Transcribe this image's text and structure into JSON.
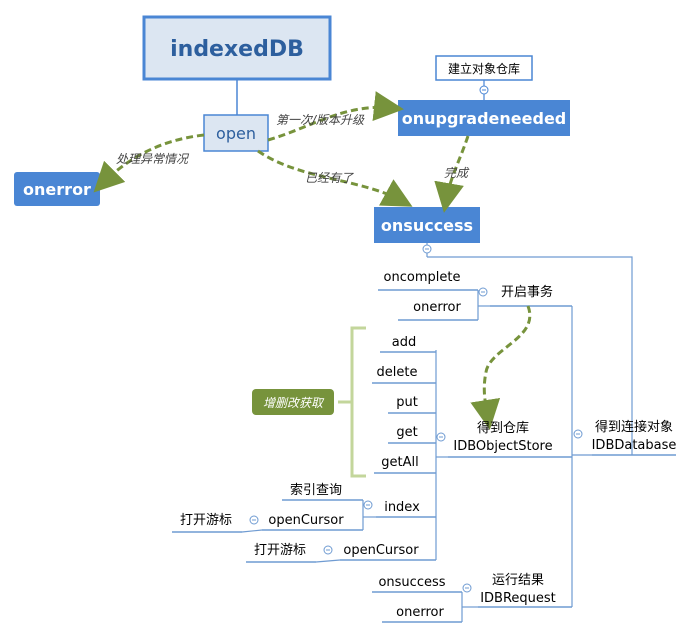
{
  "nodes": {
    "root": "indexedDB",
    "open": "open",
    "onerror_top": "onerror",
    "onupgradeneeded": "onupgradeneeded",
    "onsuccess_top": "onsuccess",
    "create_store": "建立对象仓库"
  },
  "edge_labels": {
    "first_upgrade": "第一次/版本升级",
    "handle_error": "处理异常情况",
    "already_have": "已经有了",
    "done": "完成"
  },
  "tree": {
    "transaction_node": "开启事务",
    "tx_oncomplete": "oncomplete",
    "tx_onerror": "onerror",
    "store_line1": "得到仓库",
    "store_line2": "IDBObjectStore",
    "db_line1": "得到连接对象",
    "db_line2": "IDBDatabase",
    "crud_label": "增删改获取",
    "add": "add",
    "delete": "delete",
    "put": "put",
    "get": "get",
    "getAll": "getAll",
    "index": "index",
    "index_query": "索引查询",
    "index_open_cursor": "openCursor",
    "index_cursor_label": "打开游标",
    "open_cursor": "openCursor",
    "open_cursor_label": "打开游标",
    "result_line1": "运行结果",
    "result_line2": "IDBRequest",
    "req_onsuccess": "onsuccess",
    "req_onerror": "onerror"
  },
  "colors": {
    "blue": "#4a86d4",
    "light_blue_fill": "#dce6f2",
    "tree_line": "#6f9bd2",
    "green_dash": "#77933c",
    "crud_fill": "#77933c",
    "bracket": "#c3d69b"
  }
}
